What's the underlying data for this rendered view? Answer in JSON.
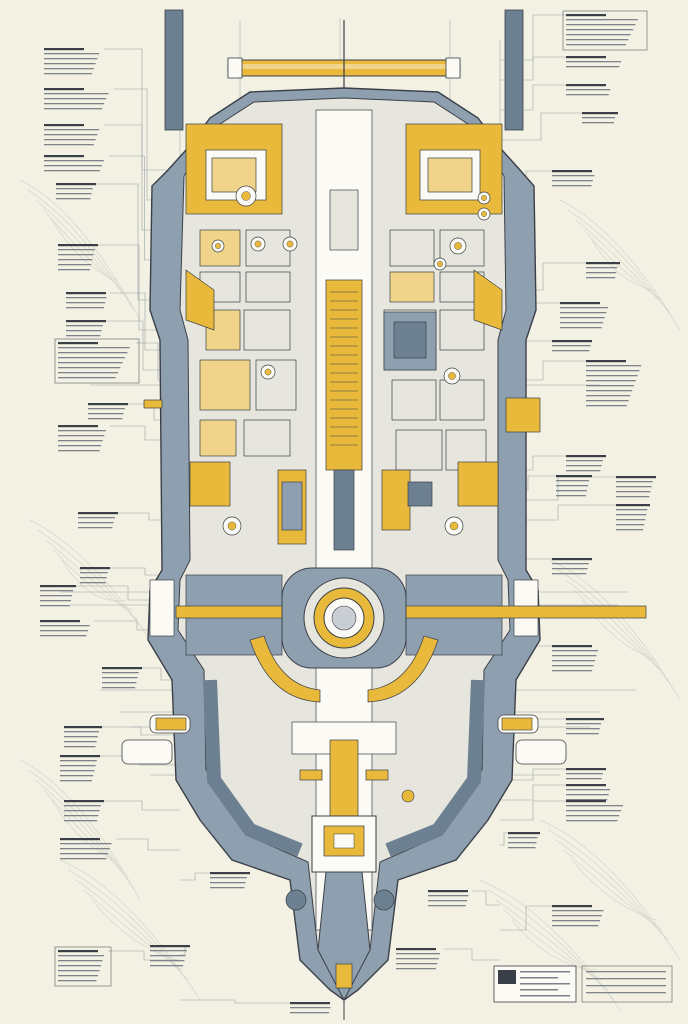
{
  "palette": {
    "paper": "#f3f1e4",
    "hull_blue": "#8e9fb0",
    "hull_blue_dark": "#6d8092",
    "panel_yellow": "#e8b93a",
    "panel_yellow_light": "#f0d48a",
    "ink": "#3b4048",
    "leader_line": "#9aa3aa",
    "light_panel": "#e7e6de",
    "white_part": "#fbfaf5"
  },
  "annotation_text": [],
  "corner_mark": "",
  "icons": [
    "ship-schematic",
    "reactor-core",
    "engine-nozzle",
    "title-block"
  ]
}
